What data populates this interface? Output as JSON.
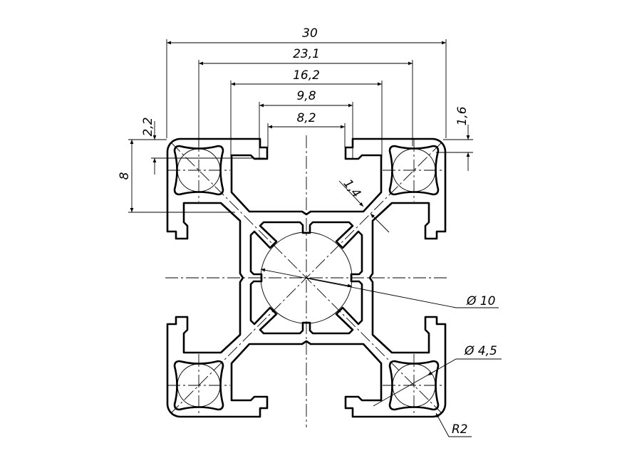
{
  "drawing": {
    "title": "Aluminium profile 30x30 cross-section",
    "colors": {
      "line": "#000000",
      "background": "#ffffff"
    },
    "dimensions": {
      "overall_width": "30",
      "slot_center_distance": "23,1",
      "slot_inner_width": "16,2",
      "slot_undercut_width": "9,8",
      "slot_opening": "8,2",
      "wall_top": "2,2",
      "slot_depth": "8",
      "lip_thickness": "1,6",
      "web_thickness": "1,4",
      "center_bore": "Ø 10",
      "corner_bore": "Ø 4,5",
      "corner_radius": "R2"
    }
  }
}
